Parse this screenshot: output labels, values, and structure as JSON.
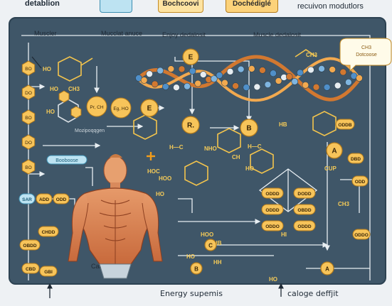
{
  "header": {
    "left_title": "detablion",
    "chip1": "Bochcoovi",
    "chip2": "Dochédiglé",
    "right_title": "recuivon modutlors"
  },
  "panel_labels": {
    "muscler": "Muscler",
    "muscle_anuce": "Mucclat anuce",
    "enjoy_dedalosit": "Enjoy dedalosit",
    "muscle_dedalosit": "Muscle dedalosit",
    "ch3_bubble_l1": "CH3",
    "ch3_bubble_l2": "Dotcoose",
    "catabolin": "Catabolin",
    "bracket_left_note": "Mozipoqqgen",
    "blue_pill": "Booboose"
  },
  "nodes": {
    "E_top": "E",
    "E_mid": "E",
    "R": "R.",
    "B": "B",
    "A": "A",
    "B_bottom": "B",
    "c_small": "C",
    "A_bottom": "A",
    "bubble_pr": "Pr, CH",
    "bubble_eg": "Eg, HO"
  },
  "left_column": [
    "BO",
    "DO",
    "BO",
    "DO",
    "BO"
  ],
  "left_lower": [
    "SAR",
    "ADD",
    "ODD",
    "CHDD",
    "OBDD",
    "CBD",
    "GBI"
  ],
  "right_lower": [
    "ODDB",
    "DBD",
    "ODD",
    "ODDO"
  ],
  "center_stack": [
    "ODDD",
    "DODD",
    "ODDD",
    "OBDD",
    "ODDO",
    "ODDD"
  ],
  "chem_labels": {
    "ho1": "HO",
    "ho2": "HO",
    "ch3_a": "CH3",
    "ch3_b": "CH3",
    "ho_c": "HO",
    "hnch": "H—C",
    "hoo1": "HOC",
    "hoo2": "HOO",
    "ho_bottom": "HO",
    "hc1": "H—C",
    "ch": "CH",
    "nho": "NHO",
    "ch3_right": "CH3",
    "h_b": "HB",
    "ho_d": "HO",
    "cup": "CUP",
    "hoo3": "HOO",
    "ho_e": "HO",
    "hh": "HH",
    "hb_low": "HB",
    "ho_low": "HO",
    "hi_low": "HI"
  },
  "footer": {
    "energy": "Energy supemis",
    "deficit": "caloge deffjit"
  },
  "colors": {
    "panel": "#3f5668",
    "hexagon_fill": "#f7c45a",
    "hexagon_stroke": "#b27a1c",
    "blue_chip": "#bde3f2",
    "arrow": "#e8eef2",
    "muscle": "#d77e50"
  }
}
